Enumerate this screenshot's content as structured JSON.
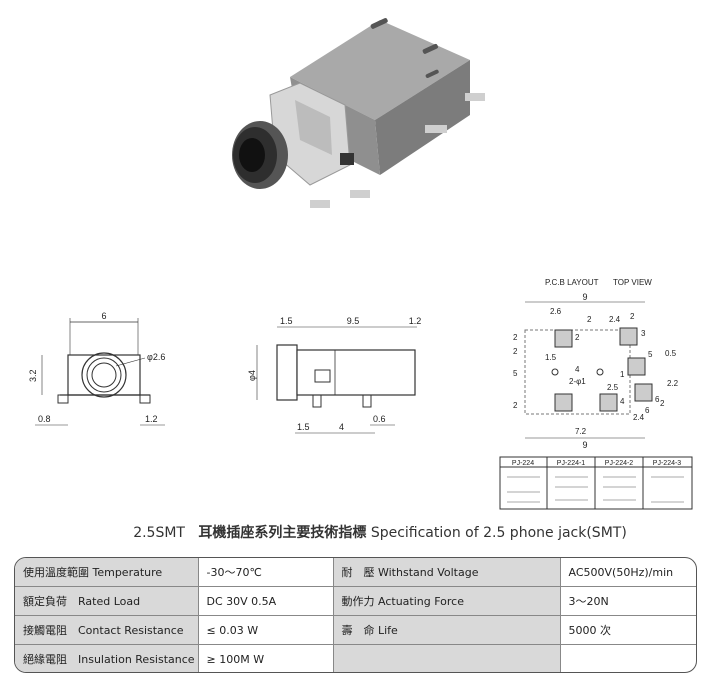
{
  "drawings": {
    "front": {
      "width": "6",
      "height": "3.2",
      "hole": "φ2.6",
      "left_pad": "0.8",
      "right_pad": "1.2"
    },
    "side": {
      "left_seg": "1.5",
      "mid_seg": "9.5",
      "right_seg": "1.2",
      "dia": "φ4",
      "bot_left": "1.5",
      "bot_mid": "4",
      "bot_right": "0.6"
    },
    "pcb": {
      "header_left": "P.C.B LAYOUT",
      "header_right": "TOP VIEW",
      "dims": [
        "9",
        "2.6",
        "2",
        "2.4",
        "2",
        "2",
        "2",
        "1.5",
        "4",
        "5",
        "0.5",
        "2.5",
        "2-φ1",
        "2",
        "2",
        "2.2",
        "6",
        "2.4",
        "7.2",
        "9"
      ],
      "pins": [
        "2",
        "3",
        "5",
        "1",
        "4",
        "6"
      ],
      "models": [
        "PJ-224",
        "PJ-224-1",
        "PJ-224-2",
        "PJ-224-3"
      ]
    }
  },
  "title": {
    "prefix": "2.5SMT",
    "zh": "耳機插座系列主要技術指標",
    "en": "Specification of 2.5 phone jack(SMT)"
  },
  "spec_rows": [
    {
      "l1": "使用溫度範圍 Temperature",
      "v1": "-30～70℃",
      "l2": "耐　壓 Withstand Voltage",
      "v2": "AC500V(50Hz)/min"
    },
    {
      "l1": "額定負荷　Rated Load",
      "v1": "DC  30V  0.5A",
      "l2": "動作力 Actuating Force",
      "v2": "3～20N"
    },
    {
      "l1": "接觸電阻　Contact Resistance",
      "v1": "≤ 0.03 W",
      "l2": "壽　命 Life",
      "v2": "5000 次"
    },
    {
      "l1": "絕緣電阻　Insulation Resistance",
      "v1": "≥ 100M W",
      "l2": "",
      "v2": ""
    }
  ]
}
